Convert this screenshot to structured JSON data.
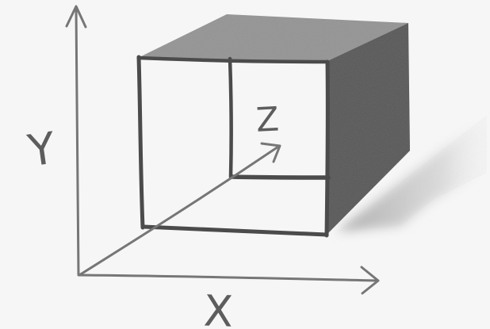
{
  "axes": {
    "x_label": "X",
    "y_label": "Y",
    "z_label": "Z"
  },
  "colors": {
    "background": "#f6f6f6",
    "pencil": "#4b4b4b",
    "light_pencil": "#777777",
    "top_face": "#8a8a8a",
    "side_face": "#4f4f4f",
    "shadow": "#bfbfbf"
  }
}
